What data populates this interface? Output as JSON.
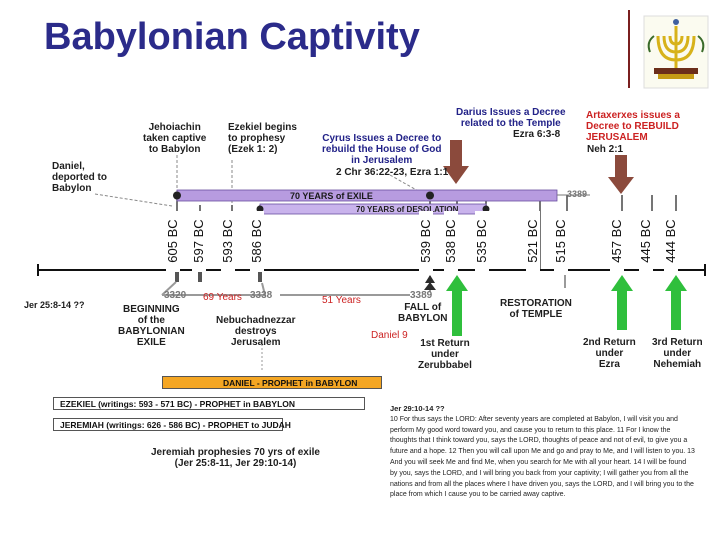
{
  "title": "Babylonian Captivity",
  "events_top": {
    "jehoiachin": "Jehoiachin\ntaken captive\nto Babylon",
    "ezekiel": "Ezekiel begins\nto prophesy\n(Ezek 1: 2)",
    "cyrus": "Cyrus Issues a Decree to\nrebuild the House of God\nin Jerusalem",
    "cyrus_ref": "2 Chr 36:22-23, Ezra 1:1",
    "darius": "Darius Issues a Decree\nrelated to the Temple",
    "darius_ref": "Ezra 6:3-8",
    "artaxerxes": "Artaxerxes issues a\nDecree to REBUILD\nJERUSALEM",
    "artaxerxes_ref": "Neh 2:1",
    "daniel": "Daniel,\ndeported to\nBabylon"
  },
  "periods": {
    "exile": "70 YEARS of EXILE",
    "desolation": "70 YEARS of DESOLATION",
    "num_3389_top": "3389"
  },
  "dates": [
    "605 BC",
    "597 BC",
    "593 BC",
    "586 BC",
    "539 BC",
    "538 BC",
    "535 BC",
    "521 BC",
    "515 BC",
    "457 BC",
    "445 BC",
    "444 BC"
  ],
  "timeline_marks": {
    "n3320": "3320",
    "years69": "69 Years",
    "n3338": "3338",
    "years51": "51 Years",
    "n3389": "3389"
  },
  "events_bottom": {
    "jer_ref": "Jer 25:8-14 ??",
    "beginning": "BEGINNING\nof the\nBABYLONIAN\nEXILE",
    "nebuchadnezzar": "Nebuchadnezzar\ndestroys\nJerusalem",
    "fall": "FALL of\nBABYLON",
    "daniel9": "Daniel 9",
    "return1": "1st Return\nunder\nZerubbabel",
    "restoration": "RESTORATION\nof TEMPLE",
    "return2": "2nd Return\nunder\nEzra",
    "return3": "3rd Return\nunder\nNehemiah"
  },
  "bars": {
    "daniel": "DANIEL - PROPHET in BABYLON",
    "ezekiel": "EZEKIEL (writings: 593 - 571 BC) - PROPHET in BABYLON",
    "jeremiah": "JEREMIAH (writings: 626 - 586 BC) - PROPHET to JUDAH"
  },
  "jeremiah_note": "Jeremiah prophesies 70 yrs of exile\n(Jer 25:8-11, Jer 29:10-14)",
  "scripture": {
    "ref": "Jer 29:10-14 ??",
    "text": "10 For thus says the LORD: After seventy years are completed at Babylon, I will visit you and perform My good word toward you, and cause you to return to this place. 11 For I know the thoughts that I think toward you, says the LORD, thoughts of peace and not of evil, to give you a future and a hope. 12 Then you will call upon Me and go and pray to Me, and I will listen to you. 13 And you will seek Me and find Me, when you search for Me with all your heart. 14 I will be found by you, says the LORD, and I will bring you back from your captivity; I will gather you from all the nations and from all the places where I have driven you, says the LORD, and I will bring you to the place from which I cause you to be carried away captive."
  },
  "colors": {
    "title": "#2b2b8a",
    "exile_bar": "#b79be0",
    "desolation_bar": "#c9b3ec",
    "decree_arrow": "#8b4a3c",
    "return_arrow": "#2fbf3c",
    "prophet_bar": "#f4a623",
    "gray_arrow": "#9a9a9a"
  }
}
